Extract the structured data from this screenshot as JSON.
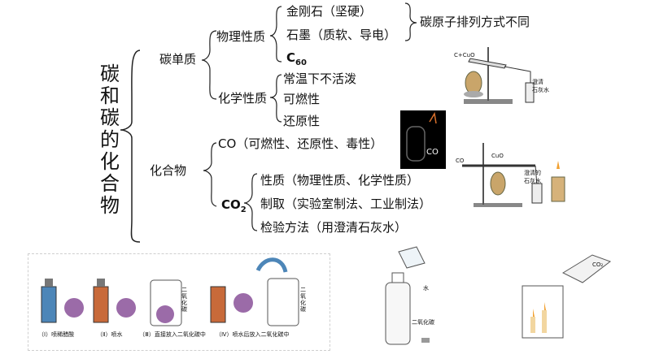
{
  "title": "碳和碳的化合物",
  "branch_single": "碳单质",
  "branch_compound": "化合物",
  "phys": {
    "label": "物理性质",
    "items": [
      "金刚石（坚硬）",
      "石墨（质软、导电）"
    ],
    "c60_base": "C",
    "c60_sub": "60",
    "note": "碳原子排列方式不同"
  },
  "chem": {
    "label": "化学性质",
    "items": [
      "常温下不活泼",
      "可燃性",
      "还原性"
    ]
  },
  "co_line": "CO（可燃性、还原性、毒性）",
  "co2": {
    "base": "CO",
    "sub": "2",
    "items": [
      "性质（物理性质、化学性质）",
      "制取（实验室制法、工业制法）",
      "检验方法（用澄清石灰水）"
    ]
  },
  "images": {
    "apparatus1": {
      "top_label": "C+CuO",
      "side_label": "澄清\n石灰水"
    },
    "co_photo": {
      "label": "CO"
    },
    "apparatus2": {
      "co_label": "CO",
      "cuo_label": "CuO",
      "side_label": "澄清的\n石灰水"
    },
    "flowers": {
      "captions": [
        "（Ⅰ）喷稀醋酸",
        "（Ⅱ）喷水",
        "（Ⅲ）直接放入二氧化碳中",
        "（Ⅳ）喷水后放入二氧化碳中"
      ],
      "jar1_label": "二氧化碳",
      "jar2_label": "二氧化碳"
    },
    "bottle": {
      "water_label": "水",
      "co2_label": "二氧化碳"
    },
    "beaker": {
      "label": "CO₂"
    }
  }
}
